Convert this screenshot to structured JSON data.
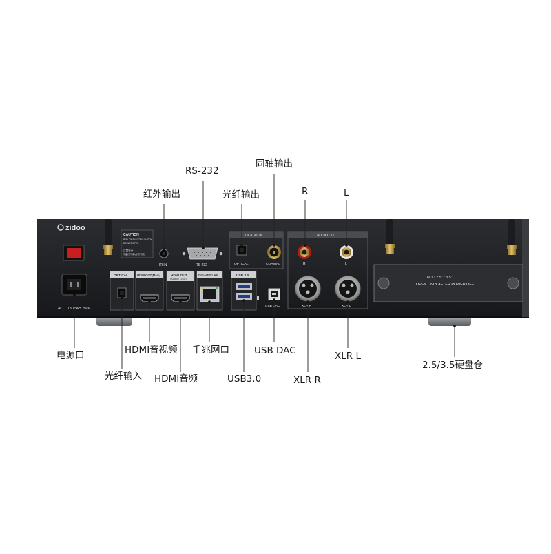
{
  "brand": {
    "logo": "zidoo"
  },
  "panel_text": {
    "caution_title": "CAUTION",
    "caution_line1": "RISK OF ELECTRIC SHOCK",
    "caution_line2": "DO NOT OPEN",
    "caution_cn1": "注意安全",
    "caution_cn2": "不要打开 请勿打开机壳",
    "ac_label": "AC",
    "fuse_label": "T3.15AH 250V",
    "ir_in": "IR IN",
    "rs232": "RS-232",
    "digital_in": "DIGITAL IN",
    "optical_small": "OPTICAL",
    "coaxial": "COAXIAL",
    "audio_out": "AUDIO OUT",
    "r_small": "R",
    "l_small": "L",
    "xlr_r_small": "XLR R",
    "xlr_l_small": "XLR L",
    "optical_box": "OPTICAL",
    "hdmi_out_main": "HDMI OUT(Main)",
    "hdmi_out_audio_title": "HDMI OUT",
    "hdmi_out_audio_sub": "(Audio / OSD)",
    "gigabit_lan": "GIGABIT LAN",
    "usb30": "USB 3.0",
    "usb_dac": "USB DAC",
    "hdd_title": "HDD 2.5\" / 3.5\"",
    "hdd_warning": "OPEN ONLY AFTER POWER OFF"
  },
  "callouts": {
    "rs232": "RS-232",
    "coaxial_out": "同轴输出",
    "ir_out": "红外输出",
    "optical_out": "光纤输出",
    "r": "R",
    "l": "L",
    "power": "电源口",
    "hdmi_av": "HDMI音视频",
    "gigabit_lan": "千兆网口",
    "usb_dac": "USB DAC",
    "xlr_l": "XLR L",
    "hdd_bay": "2.5/3.5硬盘仓",
    "optical_in": "光纤输入",
    "hdmi_audio": "HDMI音频",
    "usb30": "USB3.0",
    "xlr_r": "XLR R"
  }
}
